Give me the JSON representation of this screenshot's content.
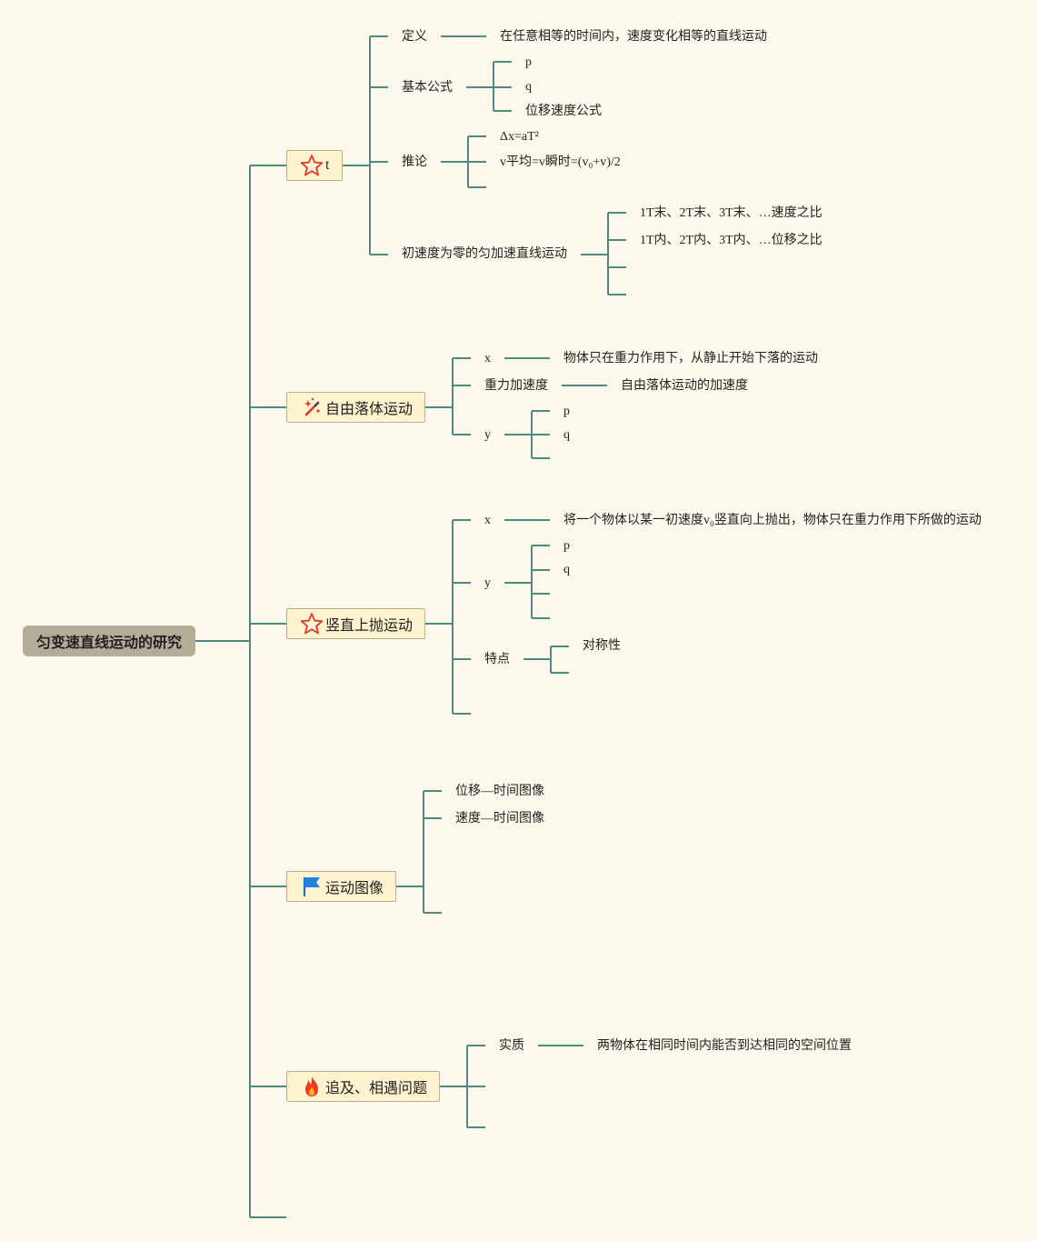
{
  "root": {
    "label": "匀变速直线运动的研究"
  },
  "branches": [
    {
      "icon": "star-icon",
      "label": "t",
      "children": [
        {
          "label": "定义",
          "detail": "在任意相等的时间内，速度变化相等的直线运动"
        },
        {
          "label": "基本公式",
          "items": [
            "p",
            "q",
            "位移速度公式"
          ]
        },
        {
          "label": "推论",
          "items": [
            "Δx=aT²",
            "v平均=v瞬时=(v₀+v)/2"
          ]
        },
        {
          "label": "初速度为零的匀加速直线运动",
          "items": [
            "1T末、2T末、3T末、…速度之比",
            "1T内、2T内、3T内、…位移之比"
          ]
        }
      ]
    },
    {
      "icon": "magic-wand-icon",
      "label": "自由落体运动",
      "children": [
        {
          "label": "x",
          "detail": "物体只在重力作用下，从静止开始下落的运动"
        },
        {
          "label": "重力加速度",
          "detail": "自由落体运动的加速度"
        },
        {
          "label": "y",
          "items": [
            "p",
            "q"
          ]
        }
      ]
    },
    {
      "icon": "star-icon",
      "label": "竖直上抛运动",
      "children": [
        {
          "label": "x",
          "detail": "将一个物体以某一初速度v₀竖直向上抛出，物体只在重力作用下所做的运动"
        },
        {
          "label": "y",
          "items": [
            "p",
            "q"
          ]
        },
        {
          "label": "特点",
          "items": [
            "对称性"
          ]
        }
      ]
    },
    {
      "icon": "flag-icon",
      "label": "运动图像",
      "children": [
        {
          "label": "位移—时间图像"
        },
        {
          "label": "速度—时间图像"
        }
      ]
    },
    {
      "icon": "fire-icon",
      "label": "追及、相遇问题",
      "children": [
        {
          "label": "实质",
          "detail": "两物体在相同时间内能否到达相同的空间位置"
        }
      ]
    }
  ],
  "colors": {
    "line": "#4e8a80",
    "background": "#fdf8ec",
    "root": "#b2ac99",
    "topic_fill": "#fdf3cf"
  }
}
